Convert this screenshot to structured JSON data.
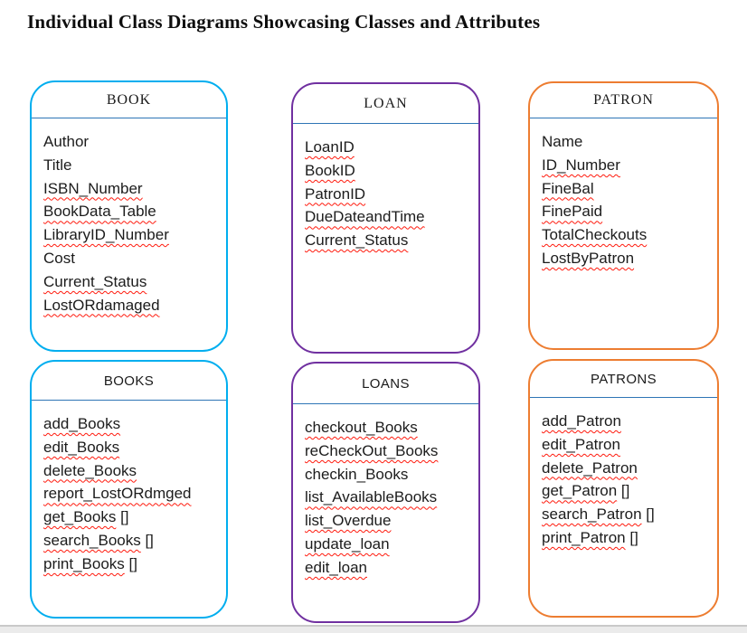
{
  "title": "Individual Class Diagrams Showcasing Classes and Attributes",
  "colors": {
    "cyan": "#00AEEF",
    "purple": "#7030A0",
    "orange": "#ED7D31",
    "separator": "#2E75B6",
    "squiggle": "#FF1A0D"
  },
  "boxes": [
    {
      "title": "BOOK",
      "color": "cyan",
      "items": [
        {
          "text": "Author",
          "spell": false
        },
        {
          "text": "Title",
          "spell": false
        },
        {
          "text": "ISBN_Number",
          "spell": true
        },
        {
          "text": "BookData_Table",
          "spell": true
        },
        {
          "text": "LibraryID_Number",
          "spell": true
        },
        {
          "text": "Cost",
          "spell": false
        },
        {
          "text": "Current_Status",
          "spell": true
        },
        {
          "text": "LostORdamaged",
          "spell": true
        }
      ]
    },
    {
      "title": "LOAN",
      "color": "purple",
      "items": [
        {
          "text": "LoanID",
          "spell": true
        },
        {
          "text": "BookID",
          "spell": true
        },
        {
          "text": "PatronID",
          "spell": true
        },
        {
          "text": "DueDateandTime",
          "spell": true
        },
        {
          "text": "Current_Status",
          "spell": true
        }
      ]
    },
    {
      "title": "PATRON",
      "color": "orange",
      "items": [
        {
          "text": "Name",
          "spell": false
        },
        {
          "text": "ID_Number",
          "spell": true
        },
        {
          "text": "FineBal",
          "spell": true
        },
        {
          "text": "FinePaid",
          "spell": true
        },
        {
          "text": "TotalCheckouts",
          "spell": true
        },
        {
          "text": "LostByPatron",
          "spell": true
        }
      ]
    },
    {
      "title": "BOOKS",
      "color": "cyan",
      "items": [
        {
          "text": "add_Books",
          "spell": true
        },
        {
          "text": "edit_Books",
          "spell": true
        },
        {
          "text": "delete_Books",
          "spell": true
        },
        {
          "text": "report_LostORdmged",
          "spell": true
        },
        {
          "text": "get_Books",
          "spell": true,
          "suffix": " []"
        },
        {
          "text": "search_Books",
          "spell": true,
          "suffix": " []"
        },
        {
          "text": "print_Books",
          "spell": true,
          "suffix": " []"
        }
      ]
    },
    {
      "title": "LOANS",
      "color": "purple",
      "items": [
        {
          "text": "checkout_Books",
          "spell": true
        },
        {
          "text": "reCheckOut_Books",
          "spell": true
        },
        {
          "text": "checkin_Books",
          "spell": false
        },
        {
          "text": "list_AvailableBooks",
          "spell": true
        },
        {
          "text": "list_Overdue",
          "spell": true
        },
        {
          "text": "update_loan",
          "spell": true
        },
        {
          "text": "edit_loan",
          "spell": true
        }
      ]
    },
    {
      "title": "PATRONS",
      "color": "orange",
      "items": [
        {
          "text": "add_Patron",
          "spell": true
        },
        {
          "text": "edit_Patron",
          "spell": true
        },
        {
          "text": "delete_Patron",
          "spell": true
        },
        {
          "text": "get_Patron",
          "spell": true,
          "suffix": " []"
        },
        {
          "text": "search_Patron",
          "spell": true,
          "suffix": " []"
        },
        {
          "text": "print_Patron",
          "spell": true,
          "suffix": " []"
        }
      ]
    }
  ]
}
